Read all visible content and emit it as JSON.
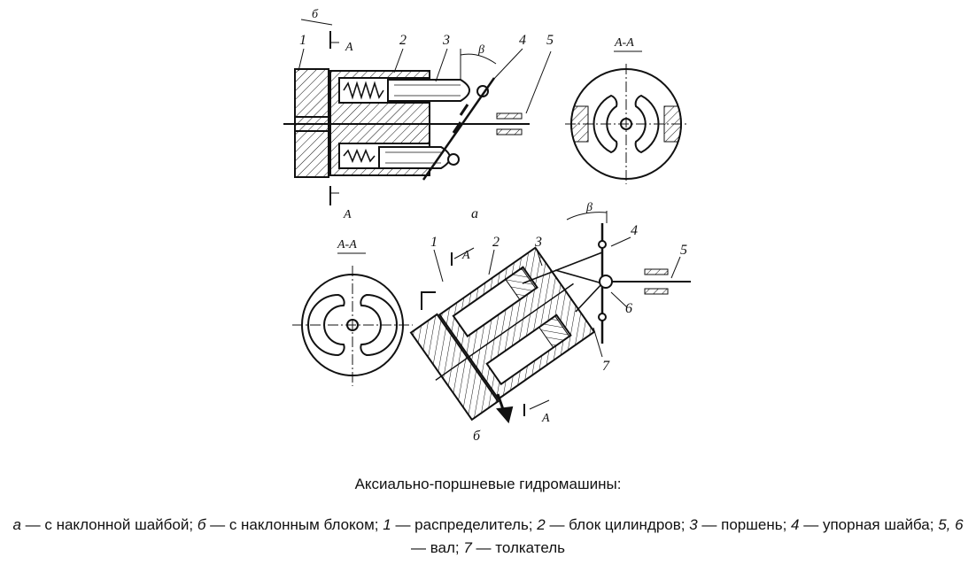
{
  "figure": {
    "view_a_letter": "а",
    "view_b_letter": "б",
    "section_label": "А-А",
    "section_letter": "А",
    "top_b_mark": "б",
    "beta": "β",
    "part_numbers_a": [
      "1",
      "2",
      "3",
      "4",
      "5"
    ],
    "part_numbers_b": [
      "1",
      "2",
      "3",
      "4",
      "5",
      "6",
      "7"
    ]
  },
  "caption": {
    "title": "Аксиально-поршневые гидромашины:",
    "segments": [
      {
        "text": "а",
        "italic": true
      },
      {
        "text": " — с наклонной шайбой; ",
        "italic": false
      },
      {
        "text": "б",
        "italic": true
      },
      {
        "text": " — с наклонным блоком; ",
        "italic": false
      },
      {
        "text": "1",
        "italic": true
      },
      {
        "text": " — распределитель; ",
        "italic": false
      },
      {
        "text": "2",
        "italic": true
      },
      {
        "text": " — блок цилиндров; ",
        "italic": false
      },
      {
        "text": "3",
        "italic": true
      },
      {
        "text": " — поршень; ",
        "italic": false
      },
      {
        "text": "4",
        "italic": true
      },
      {
        "text": " — упорная шайба; ",
        "italic": false
      },
      {
        "text": "5, 6",
        "italic": true
      },
      {
        "text": " — вал; ",
        "italic": false
      },
      {
        "text": "7",
        "italic": true
      },
      {
        "text": " — толкатель",
        "italic": false
      }
    ]
  }
}
